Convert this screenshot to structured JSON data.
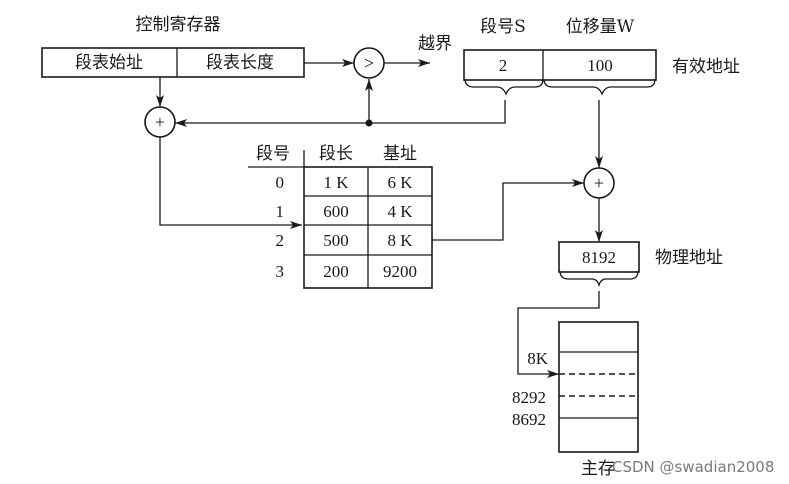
{
  "control_register": {
    "title": "控制寄存器",
    "fields": [
      "段表始址",
      "段表长度"
    ]
  },
  "comparator": {
    "symbol": ">",
    "out_label": "越界"
  },
  "adders": {
    "symbol": "+"
  },
  "logical_address": {
    "label": "有效地址",
    "segment_header": "段号S",
    "offset_header": "位移量W",
    "segment_value": "2",
    "offset_value": "100"
  },
  "segment_table": {
    "headers": [
      "段号",
      "段长",
      "基址"
    ],
    "rows": [
      {
        "seg": "0",
        "length": "1 K",
        "base": "6 K"
      },
      {
        "seg": "1",
        "length": "600",
        "base": "4 K"
      },
      {
        "seg": "2",
        "length": "500",
        "base": "8 K"
      },
      {
        "seg": "3",
        "length": "200",
        "base": "9200"
      }
    ]
  },
  "physical_address": {
    "label": "物理地址",
    "value": "8192"
  },
  "main_memory": {
    "label": "主存",
    "marks": [
      "8K",
      "8292",
      "8692"
    ]
  },
  "watermark": "CSDN @swadian2008"
}
